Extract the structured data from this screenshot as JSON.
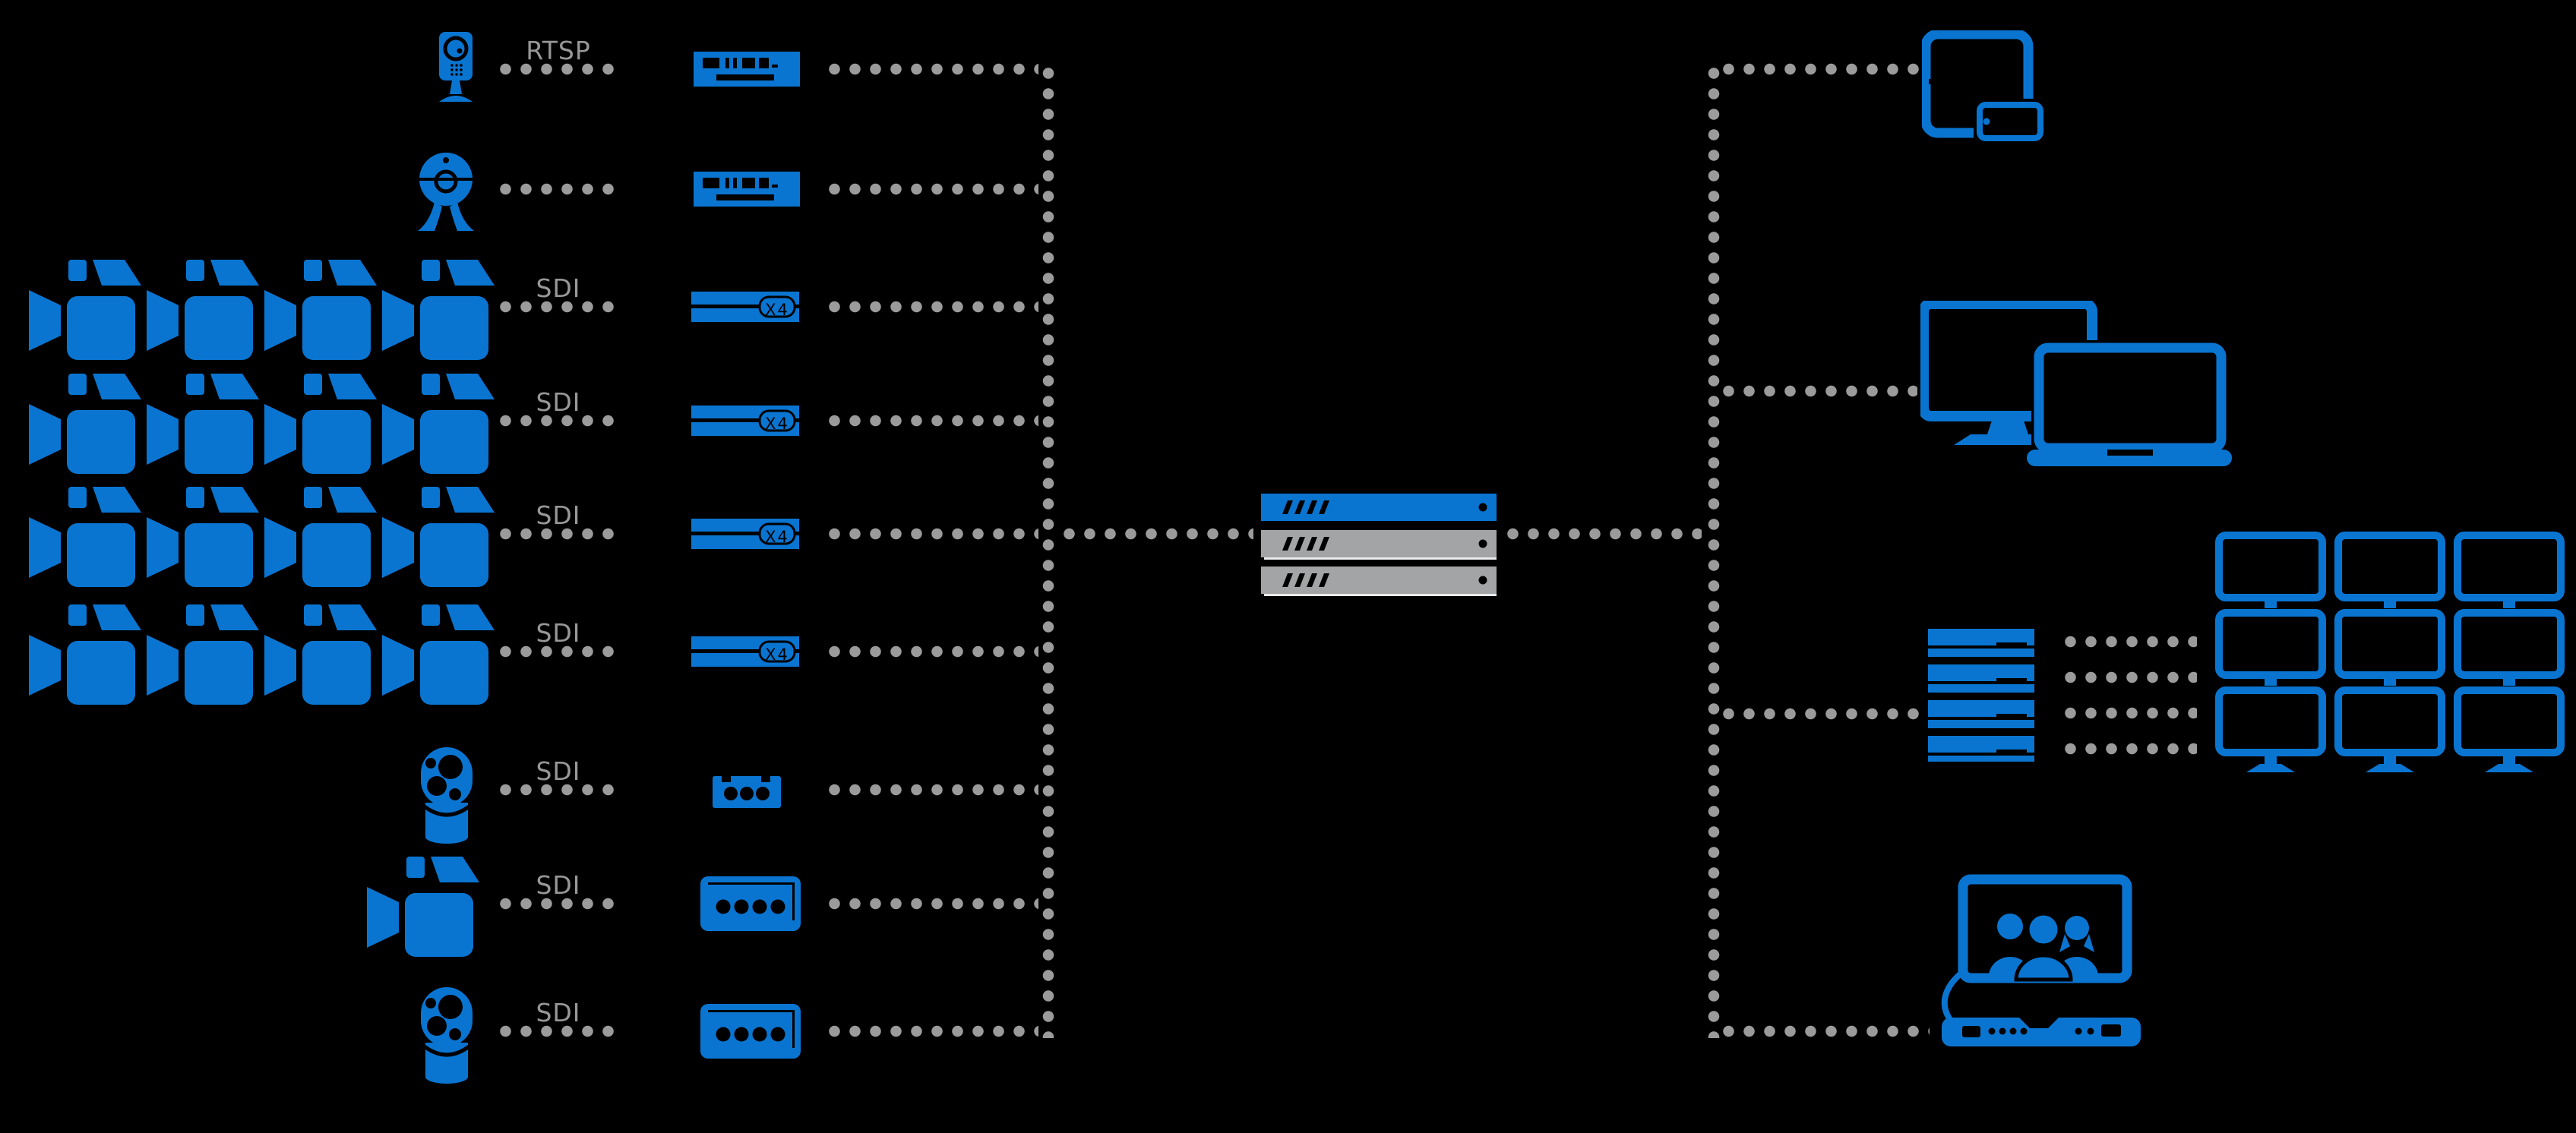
{
  "colors": {
    "accent_blue": "#0a75d1",
    "line_gray": "#9b9b9b",
    "label_gray": "#979797",
    "server_gray": "#a2a4a6",
    "background": "#000000"
  },
  "x4_badge": "X4",
  "rows": [
    {
      "source_type": "ip-camera",
      "source_count": 1,
      "connection_label": "RTSP",
      "encoder_type": "streaming-encoder"
    },
    {
      "source_type": "webcam",
      "source_count": 1,
      "connection_label": "",
      "encoder_type": "streaming-encoder"
    },
    {
      "source_type": "camcorder",
      "source_count": 4,
      "connection_label": "SDI",
      "encoder_type": "sdi-encoder",
      "encoder_badge": "X4"
    },
    {
      "source_type": "camcorder",
      "source_count": 4,
      "connection_label": "SDI",
      "encoder_type": "sdi-encoder",
      "encoder_badge": "X4"
    },
    {
      "source_type": "camcorder",
      "source_count": 4,
      "connection_label": "SDI",
      "encoder_type": "sdi-encoder",
      "encoder_badge": "X4"
    },
    {
      "source_type": "camcorder",
      "source_count": 4,
      "connection_label": "SDI",
      "encoder_type": "sdi-encoder",
      "encoder_badge": "X4"
    },
    {
      "source_type": "ptz-dome-camera",
      "source_count": 1,
      "connection_label": "SDI",
      "encoder_type": "capture-card"
    },
    {
      "source_type": "camcorder",
      "source_count": 1,
      "connection_label": "SDI",
      "encoder_type": "frame-grabber"
    },
    {
      "source_type": "ptz-dome-camera",
      "source_count": 1,
      "connection_label": "SDI",
      "encoder_type": "frame-grabber"
    }
  ],
  "core": {
    "server_stack_units": 3,
    "unit_colors": [
      "blue",
      "gray",
      "gray"
    ]
  },
  "outputs": [
    {
      "type": "tablet-and-phone"
    },
    {
      "type": "desktop-monitor-and-laptop"
    },
    {
      "type": "video-wall",
      "grid": "3x3",
      "controller_units": 4
    },
    {
      "type": "video-conference-system"
    }
  ]
}
